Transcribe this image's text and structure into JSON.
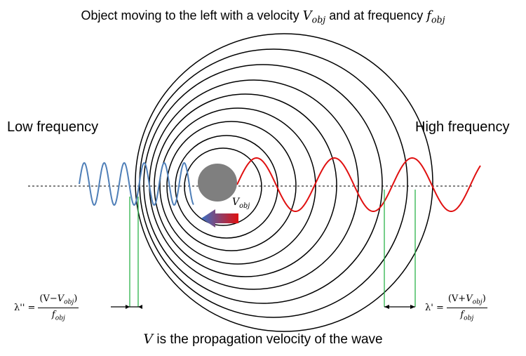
{
  "title": {
    "text": "Object moving  to the left with a velocity",
    "var1": "V",
    "var1_sub": "obj",
    "mid": " and at frequency ",
    "var2": "f",
    "var2_sub": "obj"
  },
  "labels": {
    "low_frequency": "Low frequency",
    "high_frequency": "High frequency"
  },
  "velocity_label": {
    "var": "V",
    "sub": "obj"
  },
  "formula_left": {
    "lhs": "λ'' =",
    "num_pre": "(V−",
    "num_var": "V",
    "num_sub": "obj",
    "num_post": ")",
    "den_var": "f",
    "den_sub": "obj"
  },
  "formula_right": {
    "lhs": "λ' =",
    "num_pre": "(V+",
    "num_var": "V",
    "num_sub": "obj",
    "num_post": ")",
    "den_var": "f",
    "den_sub": "obj"
  },
  "caption": {
    "var": "V",
    "text": " is the propagation velocity of the wave"
  },
  "colors": {
    "low_wave": "#4f7fb8",
    "high_wave": "#e01010",
    "object": "#7f7f7f",
    "marker_lines": "#2db34a",
    "arrow_start": "#e01010",
    "arrow_end": "#3a6fc4"
  }
}
